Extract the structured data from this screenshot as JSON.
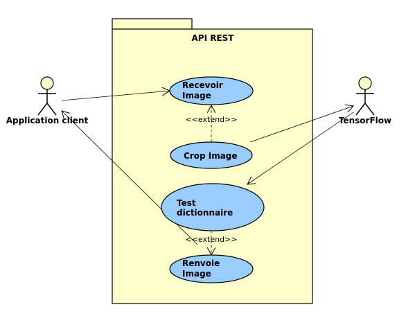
{
  "package": {
    "title": "API REST"
  },
  "actors": {
    "client": {
      "label": "Application client"
    },
    "tensorflow": {
      "label": "TensorFlow"
    }
  },
  "use_cases": {
    "recevoir": {
      "line1": "Recevoir",
      "line2": "Image"
    },
    "crop": {
      "line1": "Crop Image"
    },
    "test": {
      "line1": "Test",
      "line2": "dictionnaire"
    },
    "renvoie": {
      "line1": "Renvoie",
      "line2": "Image"
    }
  },
  "relations": {
    "extend_1": "<<extend>>",
    "extend_2": "<<extend>>"
  },
  "colors": {
    "package_fill": "#ffffcc",
    "use_case_fill": "#99ccff",
    "actor_fill": "#ffffcc",
    "stroke": "#000000"
  }
}
